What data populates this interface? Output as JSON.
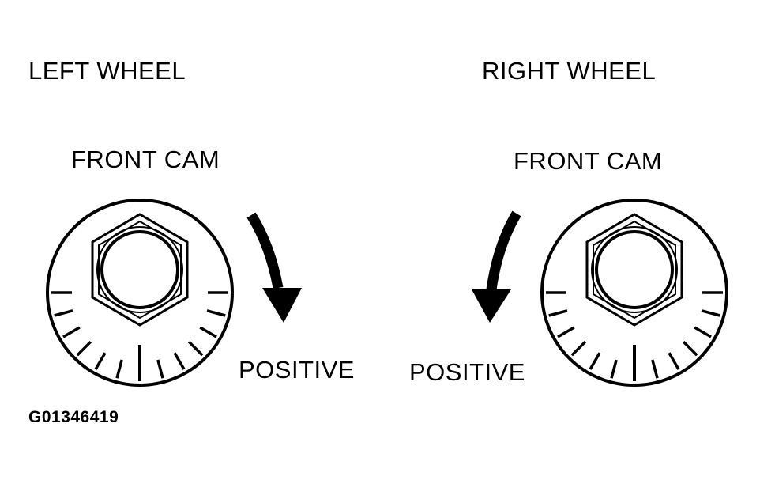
{
  "left": {
    "title": "LEFT WHEEL",
    "cam_label": "FRONT CAM",
    "direction_label": "POSITIVE"
  },
  "right": {
    "title": "RIGHT WHEEL",
    "cam_label": "FRONT CAM",
    "direction_label": "POSITIVE"
  },
  "figure_code": "G01346419",
  "colors": {
    "ink": "#000000",
    "paper": "#ffffff"
  },
  "icons": [
    "cam-dial-icon",
    "hex-nut-icon",
    "curved-arrow-icon"
  ]
}
